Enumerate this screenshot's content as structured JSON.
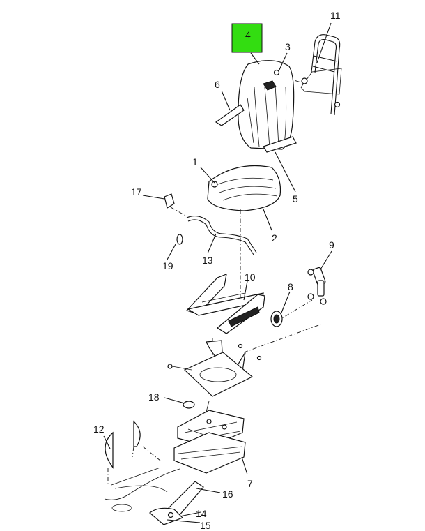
{
  "highlight_color": "#33dd11",
  "callouts": {
    "c1": "1",
    "c2": "2",
    "c3": "3",
    "c4": "4",
    "c5": "5",
    "c6": "6",
    "c7": "7",
    "c8": "8",
    "c9": "9",
    "c10": "10",
    "c11": "11",
    "c12": "12",
    "c13": "13",
    "c14": "14",
    "c15": "15",
    "c16": "16",
    "c17": "17",
    "c18": "18",
    "c19": "19"
  },
  "highlighted_callout": "4"
}
